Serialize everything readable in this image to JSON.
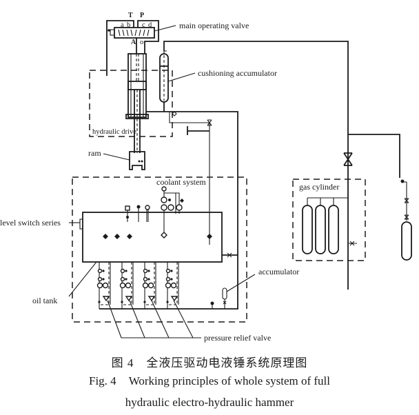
{
  "figure": {
    "labels": {
      "main_operating_valve": "main operating valve",
      "cushioning_accumulator": "cushioning accumulator",
      "hydraulic_drive": "hydraulic drive",
      "ram": "ram",
      "coolant_system": "coolant system",
      "level_switch_series": "level switch series",
      "oil_tank": "oil tank",
      "accumulator": "accumulator",
      "pressure_relief_valve": "pressure relief valve",
      "gas_cylinder": "gas cylinder"
    },
    "valve_ports": {
      "T": "T",
      "P": "P",
      "A": "A",
      "O": "o",
      "a": "a",
      "b": "b",
      "c": "c",
      "d": "d"
    }
  },
  "caption": {
    "cn_number": "图 4",
    "cn_title": "全液压驱动电液锤系统原理图",
    "en_number": "Fig. 4",
    "en_title_line1": "Working principles of whole system of full",
    "en_title_line2": "hydraulic electro-hydraulic hammer"
  }
}
